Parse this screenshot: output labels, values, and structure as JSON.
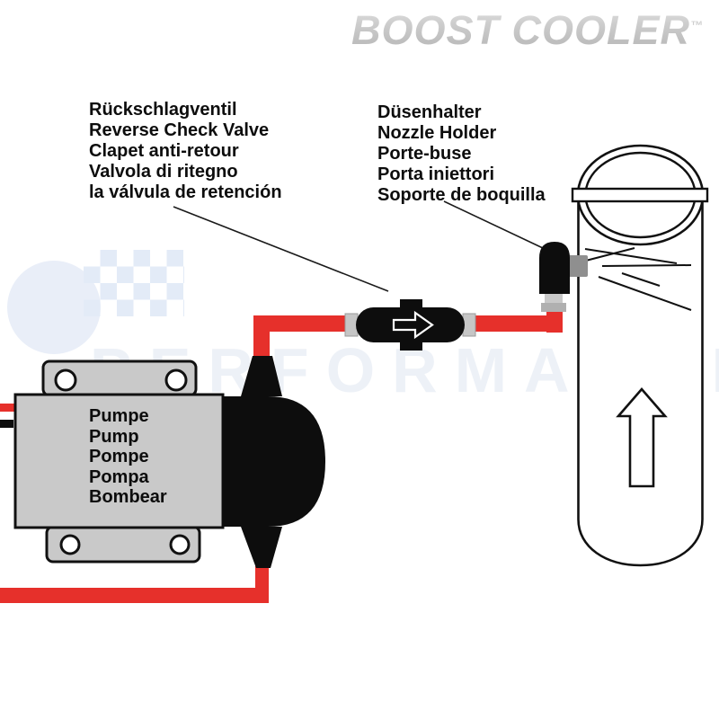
{
  "brand": {
    "logo_text": "BOOST COOLER",
    "trademark": "™"
  },
  "watermark": {
    "text": "PERFORMANCE"
  },
  "labels": {
    "check_valve": {
      "lines": [
        "Rückschlagventil",
        "Reverse Check Valve",
        "Clapet anti-retour",
        "Valvola di ritegno",
        "la válvula de retención"
      ]
    },
    "nozzle_holder": {
      "lines": [
        "Düsenhalter",
        "Nozzle Holder",
        "Porte-buse",
        "Porta iniettori",
        "Soporte de boquilla"
      ]
    },
    "pump": {
      "lines": [
        "Pumpe",
        "Pump",
        "Pompe",
        "Pompa",
        "Bombear"
      ]
    }
  },
  "icons": {
    "check_valve_flow": "arrow-right-icon",
    "intake_airflow": "arrow-up-icon"
  },
  "colors": {
    "tubing_red": "#e6302b",
    "component_black": "#0d0d0d",
    "metal_gray": "#c9c9c9",
    "brand_silver": "#c4c4c4",
    "watermark_blue": "#e9eef8"
  }
}
